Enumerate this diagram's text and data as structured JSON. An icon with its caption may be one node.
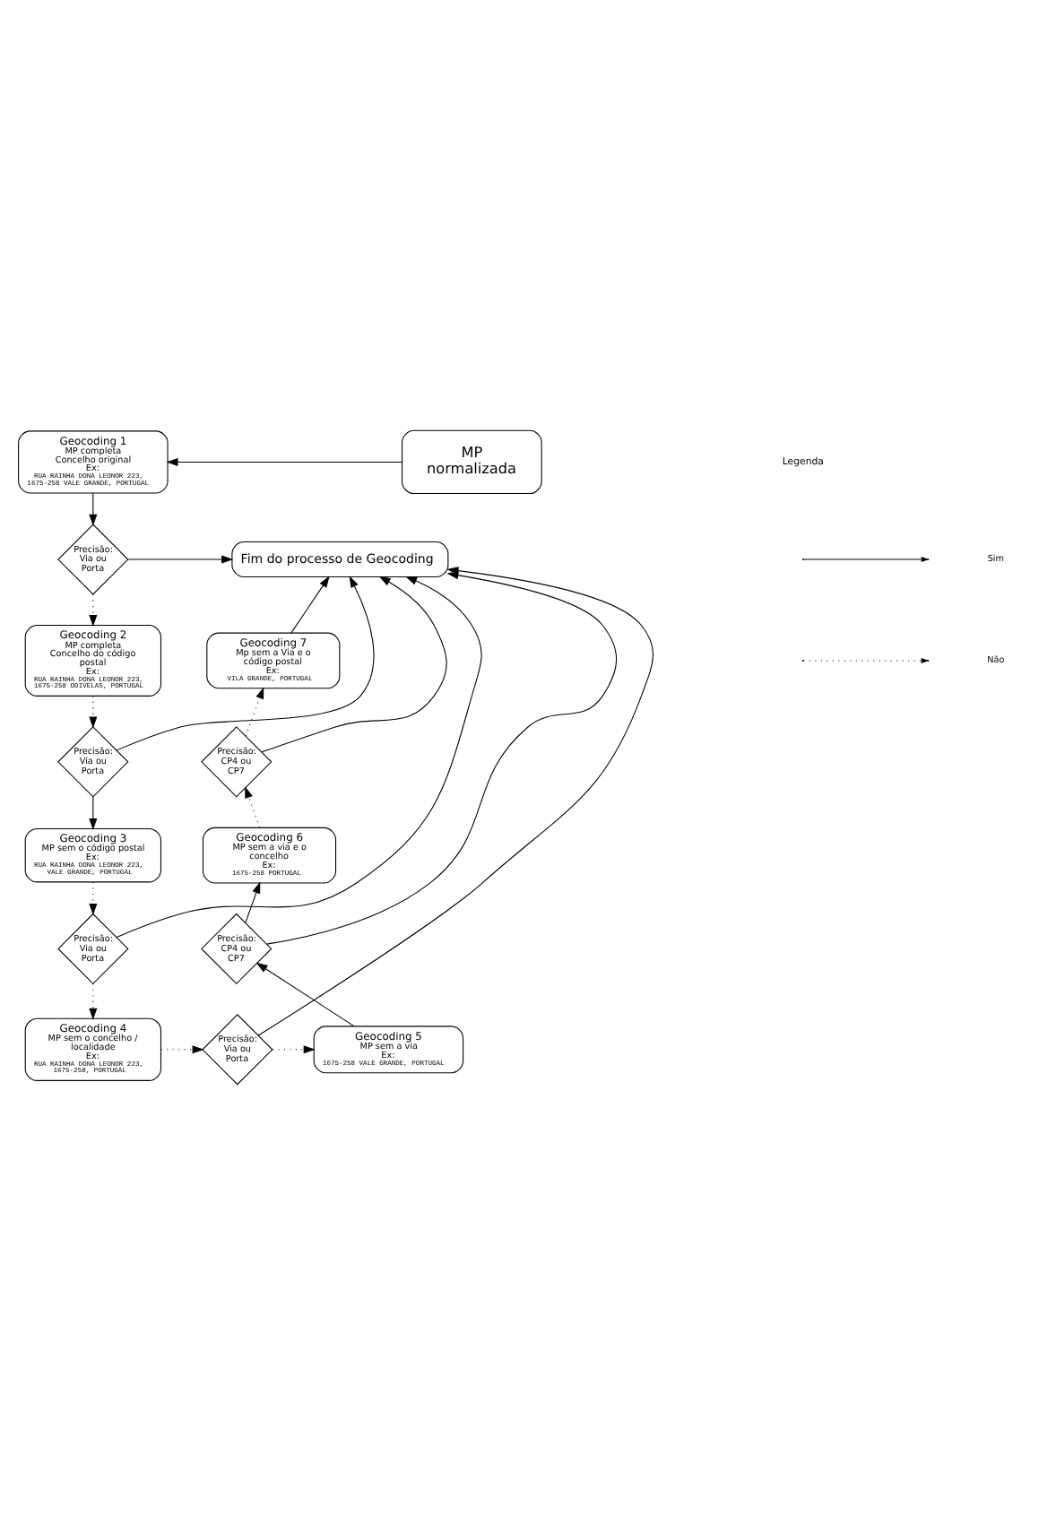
{
  "diagram": {
    "nodes": [
      {
        "text": [
          "Geocoding 1",
          "MP completa",
          "Concelho original",
          "Ex:",
          "RUA RAINHA DONA LEONOR 223, 1675-258 VALE GRANDE, PORTUGAL"
        ]
      },
      {
        "text": [
          "MP normalizada"
        ]
      },
      {
        "text": [
          "Precisão: Via ou Porta"
        ]
      },
      {
        "text": [
          "Fim do processo de Geocoding"
        ]
      },
      {
        "text": [
          "Geocoding 7",
          "Mp sem a Via e o código postal",
          "Ex:",
          "VILA GRANDE, PORTUGAL"
        ]
      },
      {
        "text": [
          "Geocoding 2",
          "MP completa",
          "Concelho do código postal",
          "Ex:",
          "RUA RAINHA DONA LEONOR 223, 1675-258 ODIVELAS, PORTUGAL"
        ]
      },
      {
        "text": [
          "Precisão: Via ou Porta"
        ]
      },
      {
        "text": [
          "Precisão: CP4 ou CP7"
        ]
      },
      {
        "text": [
          "Geocoding 3",
          "MP sem o código postal",
          "Ex:",
          "RUA RAINHA DONA LEONOR 223, VALE GRANDE, PORTUGAL"
        ]
      },
      {
        "text": [
          "Geocoding 6",
          "MP sem a via e o concelho",
          "Ex:",
          "1675-258 PORTUGAL"
        ]
      },
      {
        "text": [
          "Precisão: Via ou Porta"
        ]
      },
      {
        "text": [
          "Precisão: CP4 ou CP7"
        ]
      },
      {
        "text": [
          "Geocoding 4",
          "MP sem o concelho / localidade",
          "Ex:",
          "RUA RAINHA DONA LEONOR 223, 1675-258, PORTUGAL"
        ]
      },
      {
        "text": [
          "Precisão: Via ou Porta"
        ]
      },
      {
        "text": [
          "Geocoding 5",
          "MP sem a via",
          "Ex:",
          "1675-258 VALE GRANDE, PORTUGAL"
        ]
      }
    ],
    "edges": [
      {
        "from": 1,
        "to": 0,
        "arrow": "to"
      },
      {
        "from": 0,
        "to": 2,
        "arrow": "to"
      },
      {
        "from": 2,
        "to": 3,
        "arrow": "to"
      },
      {
        "from": 2,
        "to": 5,
        "arrow": "to",
        "style": "dashed"
      },
      {
        "from": 5,
        "to": 6,
        "arrow": "to",
        "style": "dashed"
      },
      {
        "from": 6,
        "to": 3,
        "arrow": "to"
      },
      {
        "from": 6,
        "to": 8,
        "arrow": "to"
      },
      {
        "from": 8,
        "to": 10,
        "arrow": "to",
        "style": "dashed"
      },
      {
        "from": 10,
        "to": 3,
        "arrow": "to"
      },
      {
        "from": 10,
        "to": 12,
        "arrow": "to",
        "style": "dashed"
      },
      {
        "from": 12,
        "to": 13,
        "arrow": "to",
        "style": "dashed"
      },
      {
        "from": 13,
        "to": 3,
        "arrow": "to"
      },
      {
        "from": 13,
        "to": 14,
        "arrow": "to",
        "style": "dashed"
      },
      {
        "from": 14,
        "to": 11,
        "arrow": "to"
      },
      {
        "from": 11,
        "to": 3,
        "arrow": "to"
      },
      {
        "from": 11,
        "to": 9,
        "arrow": "to"
      },
      {
        "from": 9,
        "to": 7,
        "arrow": "to",
        "style": "dashed"
      },
      {
        "from": 7,
        "to": 3,
        "arrow": "to"
      },
      {
        "from": 7,
        "to": 4,
        "arrow": "to",
        "style": "dashed"
      },
      {
        "from": 4,
        "to": 3,
        "arrow": "to"
      }
    ],
    "labels": [
      "Legenda"
    ],
    "legend": [
      {
        "text": "Sim"
      },
      {
        "text": "Não"
      }
    ]
  }
}
